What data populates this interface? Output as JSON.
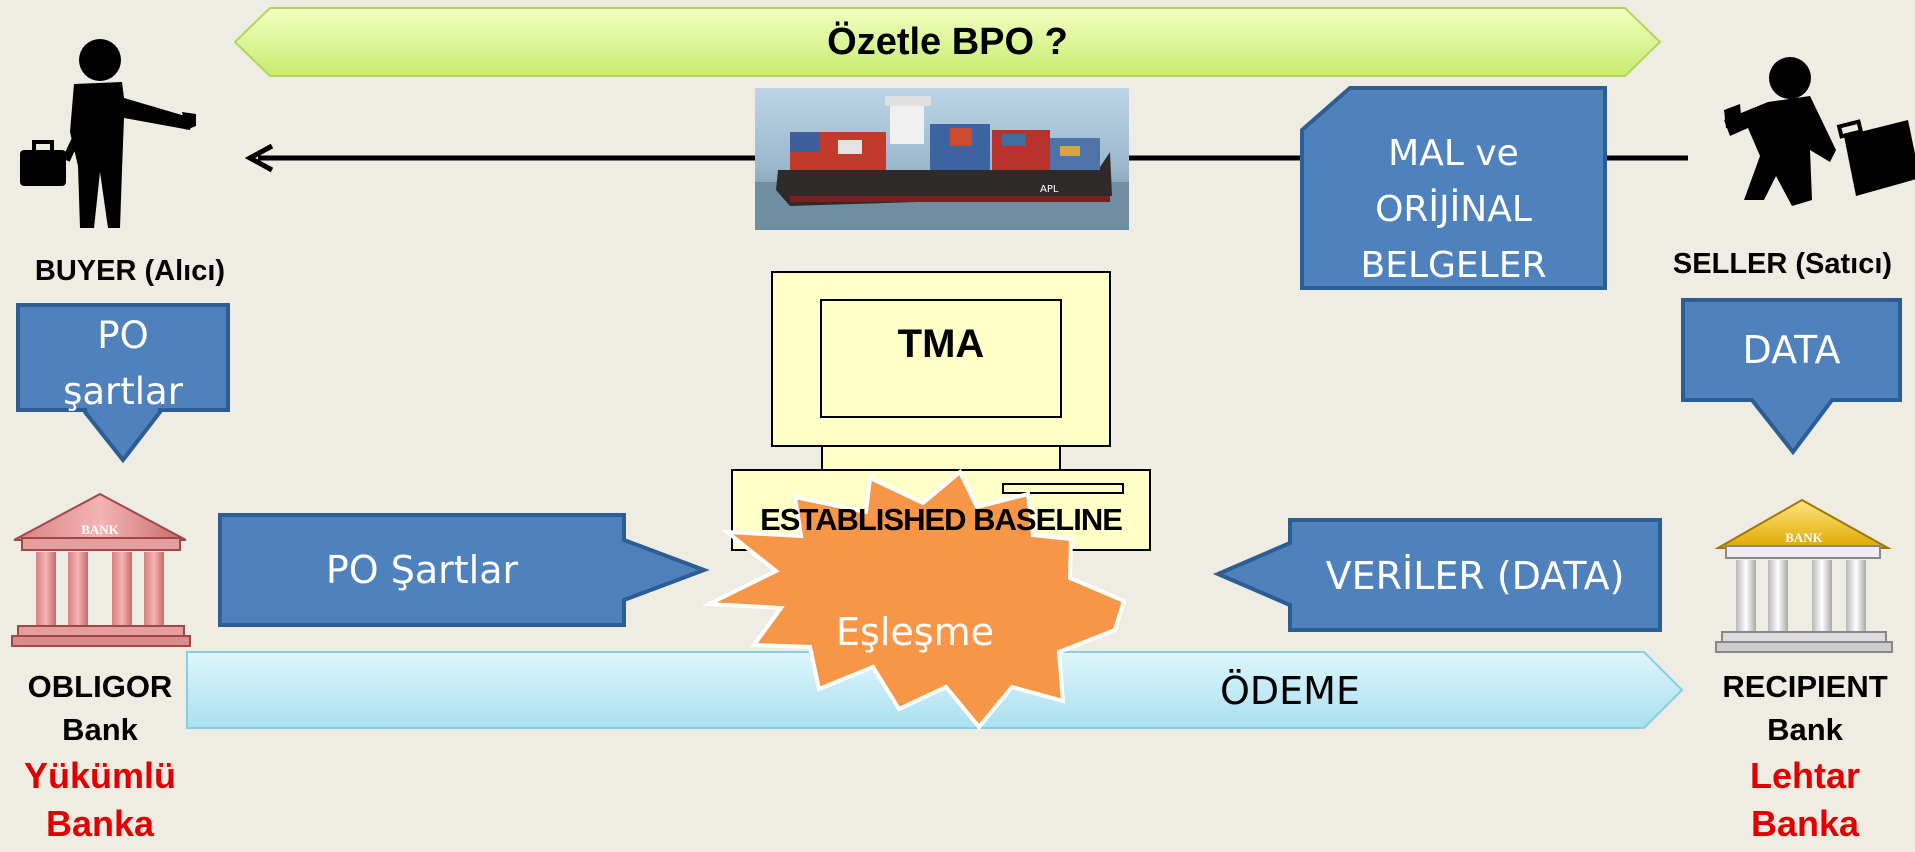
{
  "title_banner": "Özetle BPO ?",
  "buyer": {
    "label": "BUYER (Alıcı)"
  },
  "seller": {
    "label": "SELLER (Satıcı)"
  },
  "goods_box": {
    "lines": [
      "MAL ve",
      "ORİJİNAL",
      "BELGELER"
    ]
  },
  "po_terms_down": {
    "lines": [
      "PO",
      "şartlar"
    ]
  },
  "data_down": {
    "label": "DATA"
  },
  "computer": {
    "screen_label": "TMA",
    "base_label": "ESTABLISHED BASELINE"
  },
  "po_terms_right": {
    "label": "PO Şartlar"
  },
  "data_left": {
    "label": "VERİLER (DATA)"
  },
  "match_burst": {
    "label": "Eşleşme"
  },
  "payment_arrow": {
    "label": "ÖDEME"
  },
  "obligor_bank": {
    "sign": "BANK",
    "lines": [
      "OBLIGOR",
      "Bank"
    ],
    "local_lines": [
      "Yükümlü",
      "Banka"
    ]
  },
  "recipient_bank": {
    "sign": "BANK",
    "lines": [
      "RECIPIENT",
      "Bank"
    ],
    "local_lines": [
      "Lehtar",
      "Banka"
    ]
  },
  "colors": {
    "background": "#efece3",
    "blue_box": "#4f81bd",
    "blue_border": "#2c5d93",
    "banner_green": "#d8f58a",
    "payment_cyan": "#c4ecf7",
    "burst_orange": "#f79646",
    "computer_fill": "#ffffc8",
    "local_label_red": "#e00000"
  }
}
